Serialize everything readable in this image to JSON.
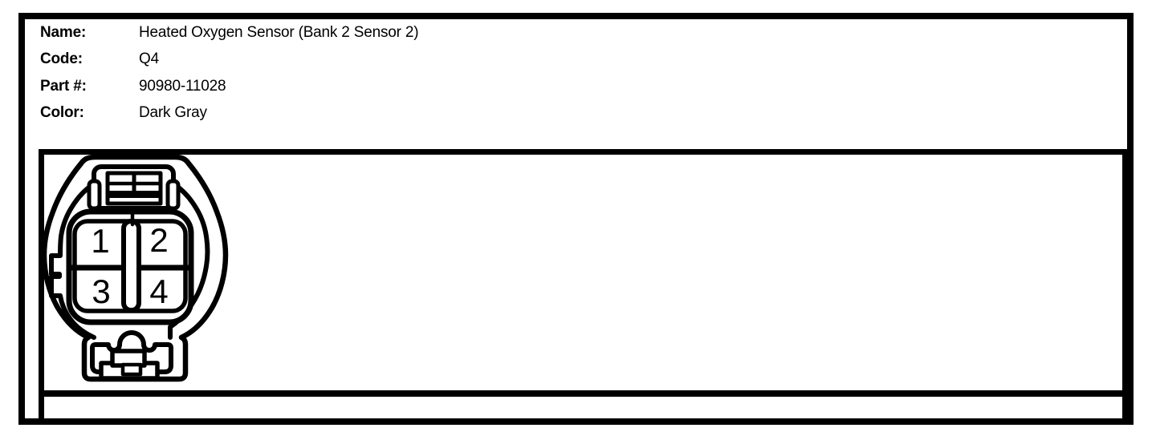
{
  "card": {
    "fields": [
      {
        "label": "Name:",
        "value": "Heated Oxygen Sensor (Bank 2 Sensor 2)"
      },
      {
        "label": "Code:",
        "value": "Q4"
      },
      {
        "label": "Part #:",
        "value": "90980-11028"
      },
      {
        "label": "Color:",
        "value": "Dark Gray"
      }
    ]
  },
  "connector": {
    "view": "front-view-line-drawing",
    "pin_count": 4,
    "pins": [
      {
        "number": "1",
        "position": "top-left"
      },
      {
        "number": "2",
        "position": "top-right"
      },
      {
        "number": "3",
        "position": "bottom-left"
      },
      {
        "number": "4",
        "position": "bottom-right"
      }
    ]
  },
  "colors": {
    "ink": "#000000",
    "paper": "#ffffff"
  }
}
